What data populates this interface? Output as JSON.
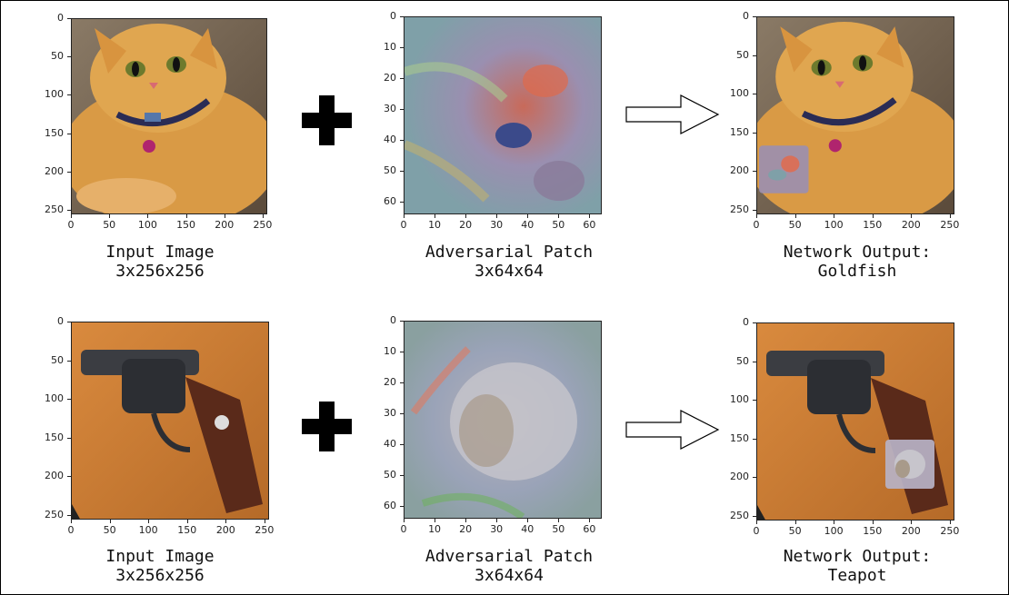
{
  "rows": [
    {
      "input": {
        "caption_line1": "Input Image",
        "caption_line2": "3x256x256",
        "xticks": [
          "0",
          "50",
          "100",
          "150",
          "200",
          "250"
        ],
        "yticks": [
          "0",
          "50",
          "100",
          "150",
          "200",
          "250"
        ],
        "subject": "orange tabby cat"
      },
      "patch": {
        "caption_line1": "Adversarial Patch",
        "caption_line2": "3x64x64",
        "xticks": [
          "0",
          "10",
          "20",
          "30",
          "40",
          "50",
          "60"
        ],
        "yticks": [
          "0",
          "10",
          "20",
          "30",
          "40",
          "50",
          "60"
        ]
      },
      "output": {
        "caption_line1": "Network Output:",
        "caption_line2": "Goldfish",
        "xticks": [
          "0",
          "50",
          "100",
          "150",
          "200",
          "250"
        ],
        "yticks": [
          "0",
          "50",
          "100",
          "150",
          "200",
          "250"
        ],
        "subject": "orange tabby cat with patch"
      }
    },
    {
      "input": {
        "caption_line1": "Input Image",
        "caption_line2": "3x256x256",
        "xticks": [
          "0",
          "50",
          "100",
          "150",
          "200",
          "250"
        ],
        "yticks": [
          "0",
          "50",
          "100",
          "150",
          "200",
          "250"
        ],
        "subject": "revolver on wooden surface"
      },
      "patch": {
        "caption_line1": "Adversarial Patch",
        "caption_line2": "3x64x64",
        "xticks": [
          "0",
          "10",
          "20",
          "30",
          "40",
          "50",
          "60"
        ],
        "yticks": [
          "0",
          "10",
          "20",
          "30",
          "40",
          "50",
          "60"
        ]
      },
      "output": {
        "caption_line1": "Network Output:",
        "caption_line2": "Teapot",
        "xticks": [
          "0",
          "50",
          "100",
          "150",
          "200",
          "250"
        ],
        "yticks": [
          "0",
          "50",
          "100",
          "150",
          "200",
          "250"
        ],
        "subject": "revolver with patch"
      }
    }
  ],
  "operators": {
    "plus_icon": "plus-icon",
    "arrow_icon": "arrow-right-icon"
  },
  "colors": {
    "cat_fur": "#d99a45",
    "wood": "#c7752f",
    "gun_metal": "#3b3d42"
  }
}
